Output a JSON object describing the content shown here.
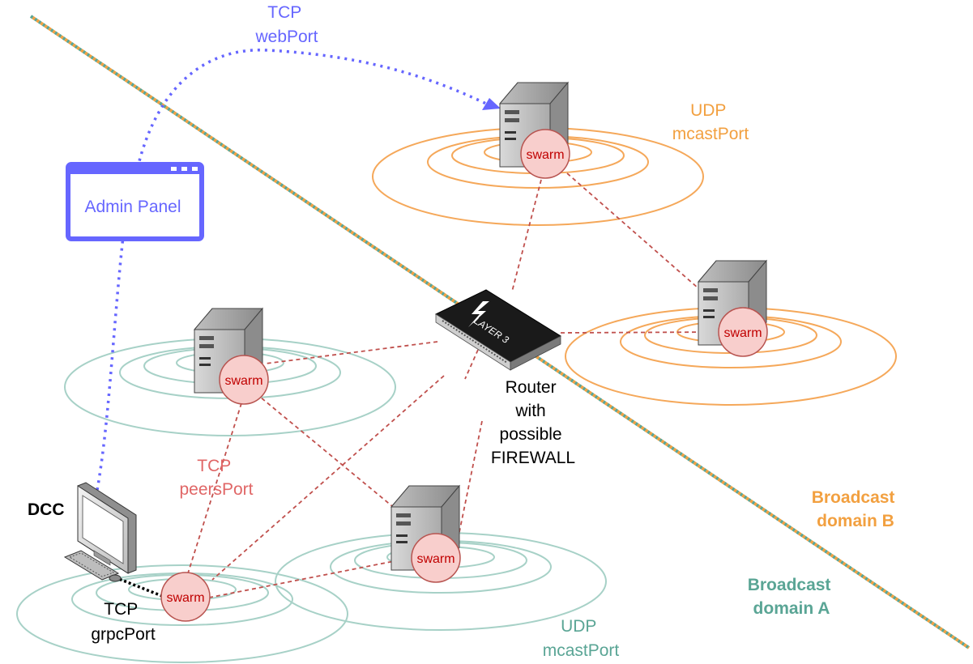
{
  "colors": {
    "domain_a": "#5aa595",
    "domain_b": "#f2a040",
    "udp_b_rings": "#f5a85a",
    "udp_a_rings": "#a7d1c7",
    "admin": "#6666ff",
    "peer_link": "#c0504d",
    "peers_label": "#e06666",
    "swarm_fill": "#f8cecc",
    "swarm_stroke": "#b85450",
    "grpc_link": "#000000"
  },
  "labels": {
    "tcp_web": [
      "TCP",
      "webPort"
    ],
    "udp_mcast_b": [
      "UDP",
      "mcastPort"
    ],
    "admin_panel": "Admin Panel",
    "router": [
      "Router",
      "with",
      "possible",
      "FIREWALL"
    ],
    "router_badge": "LAYER 3",
    "tcp_peers": [
      "TCP",
      "peersPort"
    ],
    "dcc": "DCC",
    "tcp_grpc": [
      "TCP",
      "grpcPort"
    ],
    "udp_mcast_a": [
      "UDP",
      "mcastPort"
    ],
    "broadcast_b": [
      "Broadcast",
      "domain B"
    ],
    "broadcast_a": [
      "Broadcast",
      "domain A"
    ],
    "swarm": "swarm"
  },
  "icons": {
    "server": "server-tower-icon",
    "router": "layer3-router-icon",
    "computer": "desktop-computer-icon",
    "admin_window": "browser-window-icon"
  }
}
